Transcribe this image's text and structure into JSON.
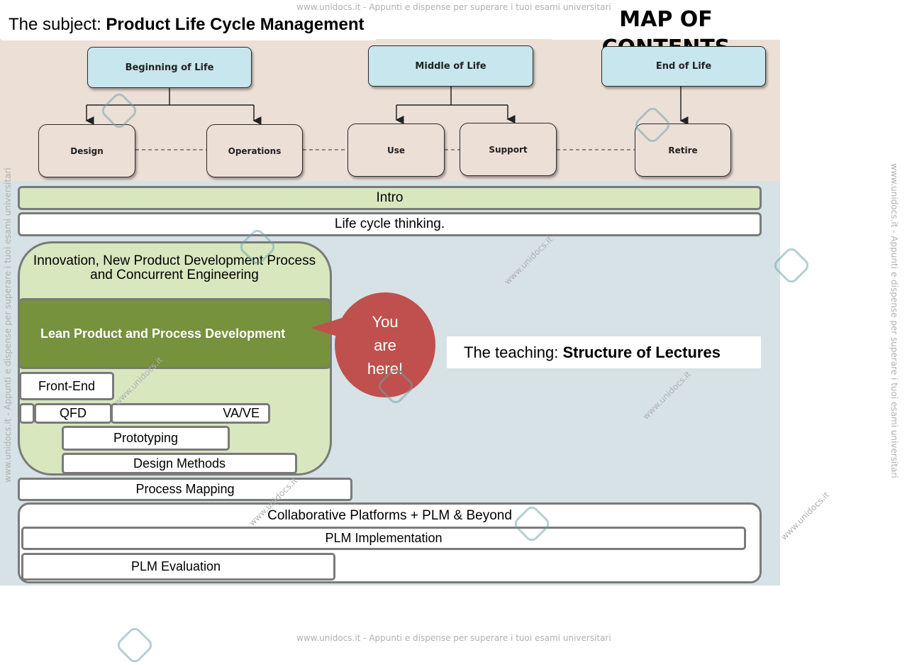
{
  "header": {
    "subject_prefix": "The subject: ",
    "subject_bold": "Product Life Cycle Management",
    "map_title": "MAP OF CONTENTS"
  },
  "lifecycle": {
    "phases": [
      {
        "label": "Beginning of Life"
      },
      {
        "label": "Middle of Life"
      },
      {
        "label": "End of Life"
      }
    ],
    "leaves": [
      {
        "label": "Design"
      },
      {
        "label": "Operations"
      },
      {
        "label": "Use"
      },
      {
        "label": "Support"
      },
      {
        "label": "Retire"
      }
    ]
  },
  "lectures": {
    "intro": "Intro",
    "life_cycle": "Life cycle thinking.",
    "innovation": "Innovation, New Product Development Process and Concurrent Engineering",
    "lean": "Lean Product and Process Development",
    "front_end": "Front-End",
    "qfd": "QFD",
    "vave": "VA/VE",
    "prototyping": "Prototyping",
    "design_methods": "Design Methods",
    "process_mapping": "Process Mapping",
    "collab": "Collaborative Platforms + PLM & Beyond",
    "plm_impl": "PLM Implementation",
    "plm_eval": "PLM Evaluation"
  },
  "callout": {
    "line1": "You",
    "line2": "are",
    "line3": "here!"
  },
  "teaching": {
    "prefix": "The teaching: ",
    "bold": "Structure of Lectures"
  },
  "watermark": {
    "text": "www.unidocs.it - Appunti e dispense per superare i tuoi esami universitari",
    "site": "www.unidocs.it"
  },
  "colors": {
    "top_panel": "#ecdfd6",
    "bottom_panel": "#d6e2e5",
    "phase_box": "#c7e6ee",
    "light_green": "#d9e7bf",
    "dark_green": "#76923c",
    "bubble_red": "#c0504d"
  }
}
